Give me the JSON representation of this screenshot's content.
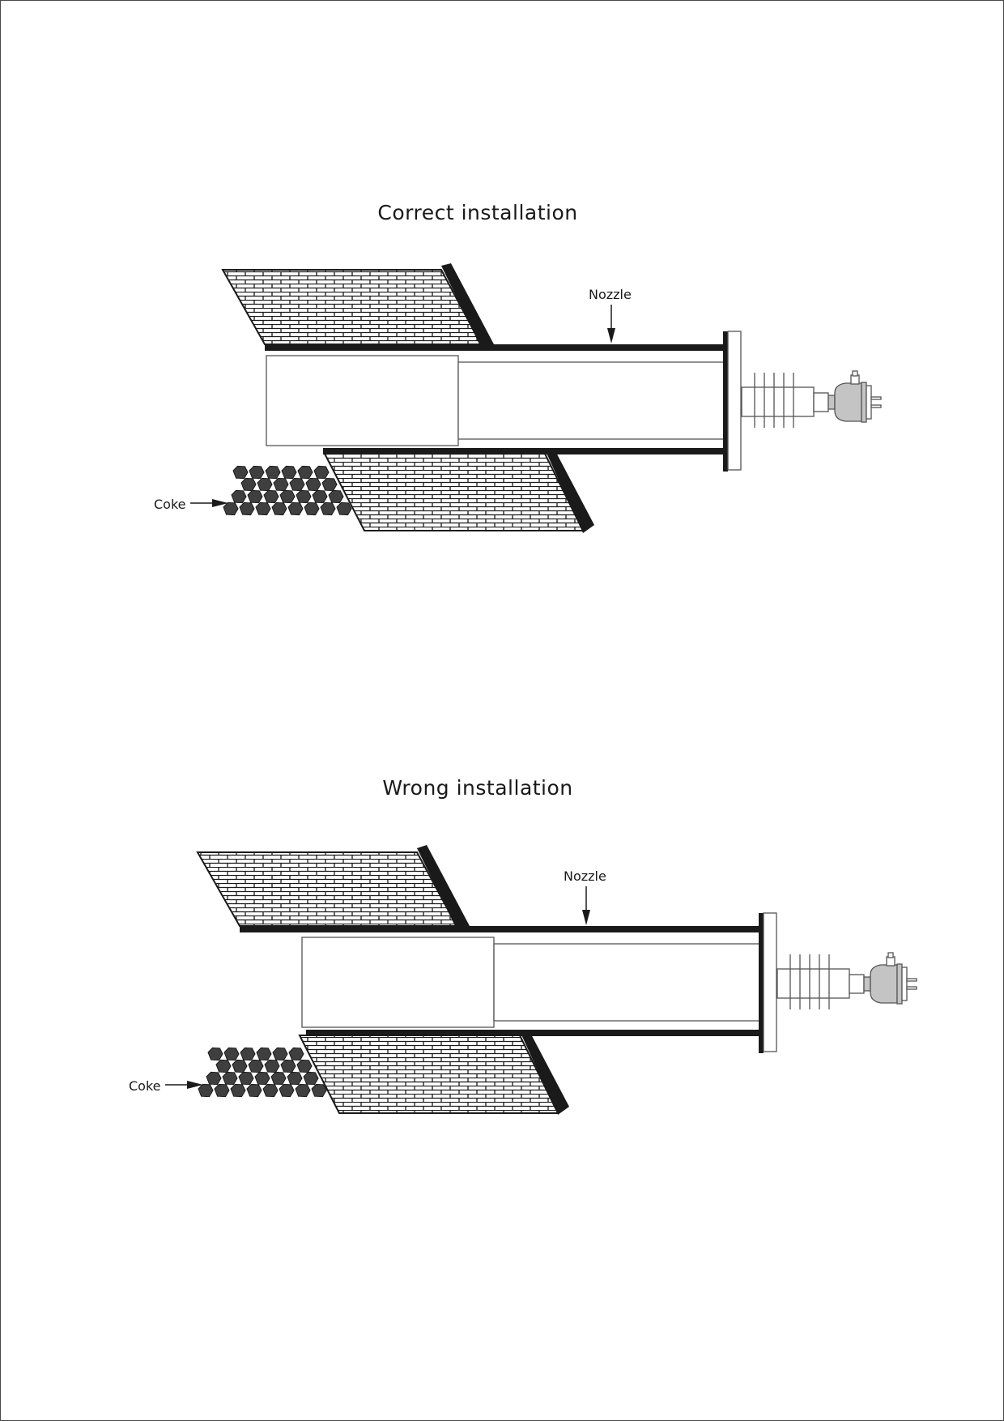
{
  "diagrams": [
    {
      "title": "Correct installation",
      "nozzle_label": "Nozzle",
      "coke_label": "Coke"
    },
    {
      "title": "Wrong installation",
      "nozzle_label": "Nozzle",
      "coke_label": "Coke"
    }
  ],
  "colors": {
    "line": "#1a1a1a",
    "wall_fill": "#ffffff",
    "coke_fill": "#3f3f3f",
    "sensor_fill": "#c4c4c4"
  }
}
